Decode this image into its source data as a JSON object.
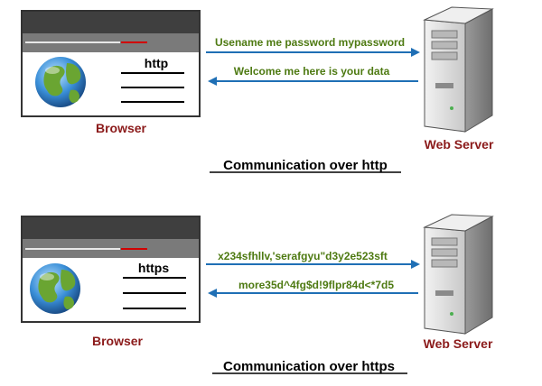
{
  "panels": [
    {
      "browser_protocol": "http",
      "browser_label": "Browser",
      "server_label": "Web Server",
      "request_text": "Usename me password mypassword",
      "response_text": "Welcome me here is your data",
      "caption": "Communication over http"
    },
    {
      "browser_protocol": "https",
      "browser_label": "Browser",
      "server_label": "Web Server",
      "request_text": "x234sfhllv,'serafgyu\"d3y2e523sft",
      "response_text": "more35d^4fg$d!9flpr84d<*7d5",
      "caption": "Communication over https"
    }
  ],
  "colors": {
    "arrow": "#1f6fb5",
    "message_text": "#4e7a12",
    "label_red": "#8b1a1a",
    "caption": "#000000"
  },
  "icons": [
    "browser-window-icon",
    "globe-icon",
    "server-tower-icon"
  ]
}
